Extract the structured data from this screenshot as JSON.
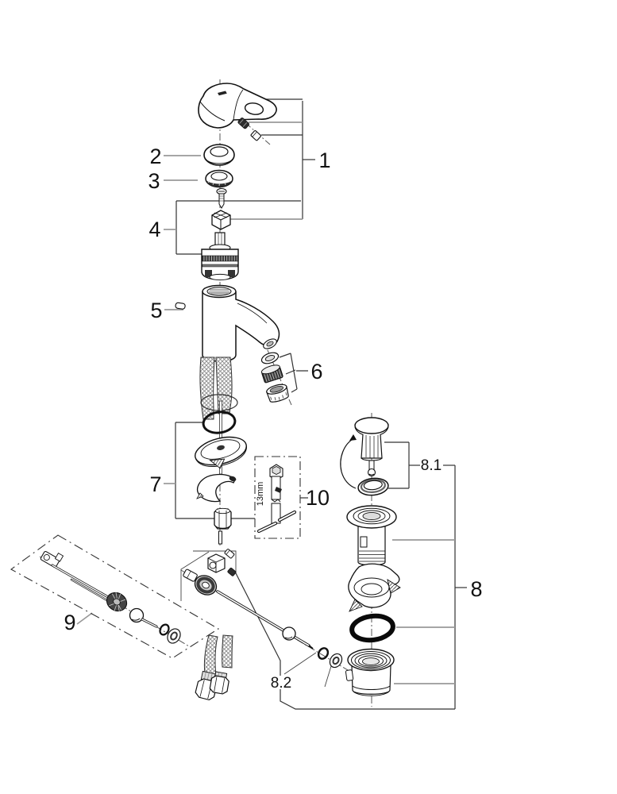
{
  "labels": {
    "part1": "1",
    "part2": "2",
    "part3": "3",
    "part4": "4",
    "part5": "5",
    "part6": "6",
    "part7": "7",
    "part8": "8",
    "part8_1": "8.1",
    "part8_2": "8.2",
    "part9": "9",
    "part10": "10",
    "tool_size": "13mm"
  },
  "colors": {
    "background": "#ffffff",
    "outline": "#111111",
    "bracket_line": "#333333",
    "leader_line": "#999999",
    "label_text": "#111111"
  }
}
